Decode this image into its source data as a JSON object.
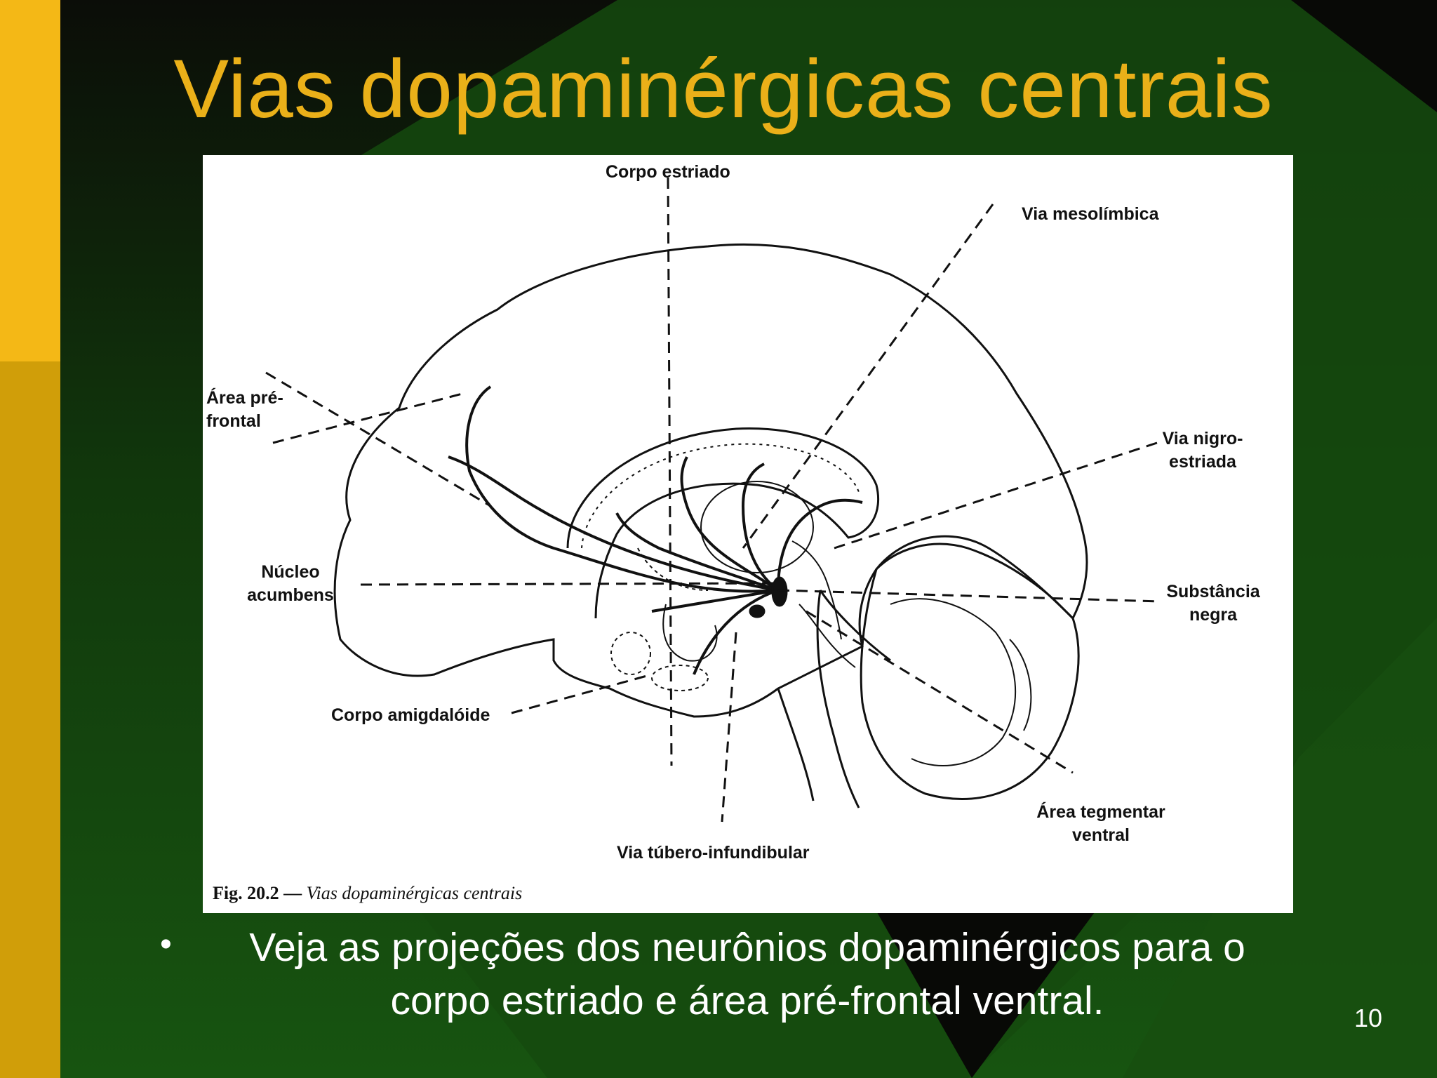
{
  "slide": {
    "title": "Vias dopaminérgicas centrais",
    "bullet_text": "Veja as projeções dos neurônios dopaminérgicos para o corpo estriado e área pré-frontal ventral.",
    "page_number": "10"
  },
  "figure": {
    "labels": {
      "corpo_estriado": "Corpo estriado",
      "via_mesolimbica": "Via mesolímbica",
      "area_pre_frontal": "Área pré-frontal",
      "via_nigro_estriada": "Via nigro-estriada",
      "nucleo_acumbens": "Núcleo acumbens",
      "substancia_negra": "Substância negra",
      "corpo_amigdaloide": "Corpo amigdalóide",
      "area_tegmentar_ventral": "Área tegmentar ventral",
      "via_tubero_infundibular": "Via túbero-infundibular"
    },
    "caption_number": "Fig. 20.2 —",
    "caption_title": "Vias dopaminérgicas centrais"
  },
  "colors": {
    "title": "#eab019",
    "left_band": "#f2b716",
    "background_green": "#17520f",
    "background_dark": "#0a0a08",
    "text": "#ffffff"
  }
}
